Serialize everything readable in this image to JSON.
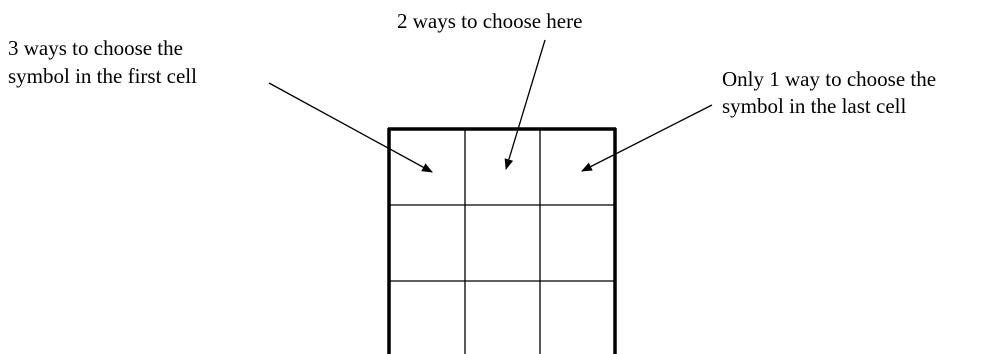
{
  "labels": {
    "first_cell": {
      "line1": "3 ways to choose the",
      "line2": "symbol in the first cell"
    },
    "middle_cell": {
      "line1": "2 ways to choose here"
    },
    "last_cell": {
      "line1": "Only 1 way to choose the",
      "line2": "symbol in the last cell"
    }
  },
  "grid": {
    "rows_visible": 3,
    "columns": 3
  },
  "colors": {
    "ink": "#000000",
    "background": "#ffffff"
  }
}
